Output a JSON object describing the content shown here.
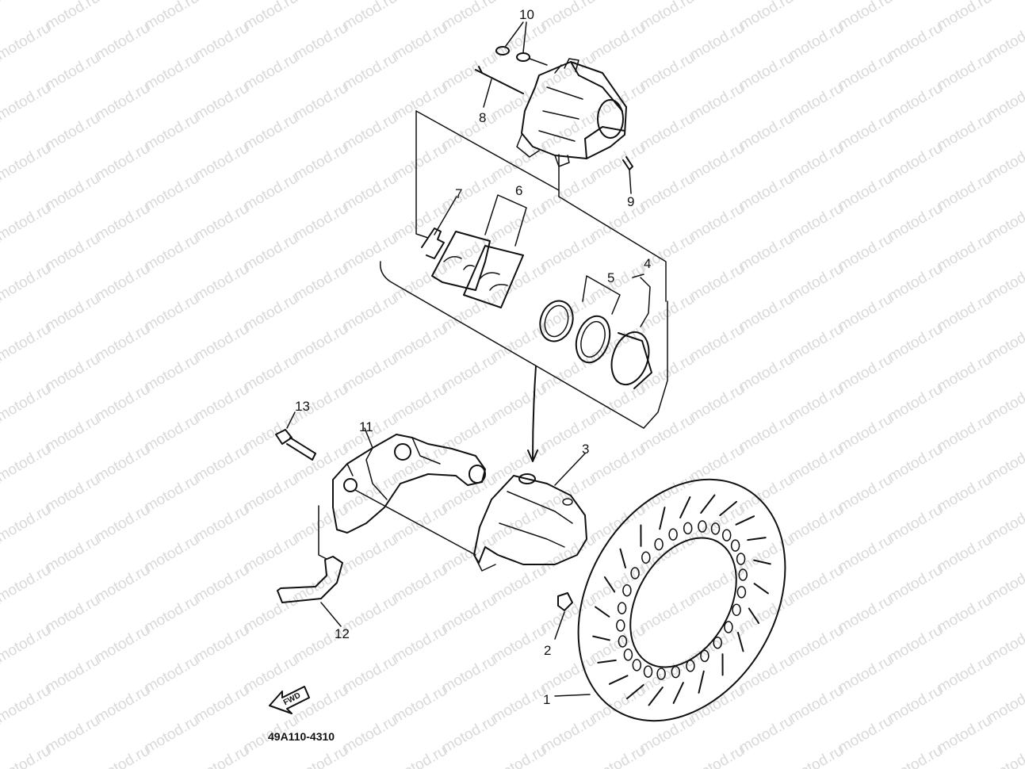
{
  "watermark": "motod.ru",
  "part_code": "49A110-4310",
  "fwd_label": "FWD",
  "callouts": [
    {
      "id": "1",
      "label": "1"
    },
    {
      "id": "2",
      "label": "2"
    },
    {
      "id": "3",
      "label": "3"
    },
    {
      "id": "4",
      "label": "4"
    },
    {
      "id": "5",
      "label": "5"
    },
    {
      "id": "6",
      "label": "6"
    },
    {
      "id": "7",
      "label": "7"
    },
    {
      "id": "8",
      "label": "8"
    },
    {
      "id": "9",
      "label": "9"
    },
    {
      "id": "10",
      "label": "10"
    },
    {
      "id": "11",
      "label": "11"
    },
    {
      "id": "12",
      "label": "12"
    },
    {
      "id": "13",
      "label": "13"
    }
  ]
}
